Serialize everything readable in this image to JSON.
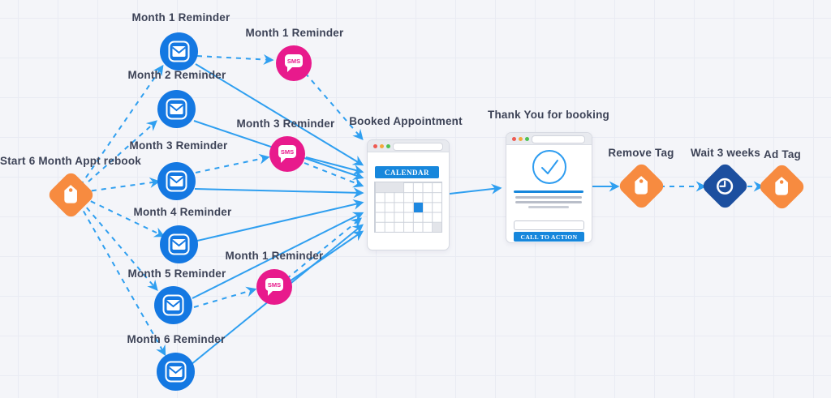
{
  "diagram": {
    "start": {
      "label": "Start 6 Month Appt rebook"
    },
    "email_nodes": [
      {
        "label": "Month 1 Reminder"
      },
      {
        "label": "Month 2 Reminder"
      },
      {
        "label": "Month 3 Reminder"
      },
      {
        "label": "Month 4 Reminder"
      },
      {
        "label": "Month 5 Reminder"
      },
      {
        "label": "Month 6 Reminder"
      }
    ],
    "sms_nodes": [
      {
        "label": "Month 1 Reminder",
        "badge": "SMS"
      },
      {
        "label": "Month 3 Reminder",
        "badge": "SMS"
      },
      {
        "label": "Month 1 Reminder",
        "badge": "SMS"
      }
    ],
    "calendar": {
      "label": "Booked Appointment",
      "header": "CALENDAR"
    },
    "thankyou": {
      "label": "Thank You for booking",
      "button": "CALL TO ACTION"
    },
    "remove_tag": {
      "label": "Remove Tag"
    },
    "wait": {
      "label": "Wait 3 weeks"
    },
    "ad_tag": {
      "label": "Ad Tag"
    },
    "colors": {
      "accent_blue": "#2f9ff0",
      "email_blue": "#1478e2",
      "sms_pink": "#e81a8c",
      "tag_orange": "#f78b40",
      "wait_navy": "#1c4f9f",
      "header_blue": "#1787dc",
      "text": "#3d4357"
    }
  }
}
